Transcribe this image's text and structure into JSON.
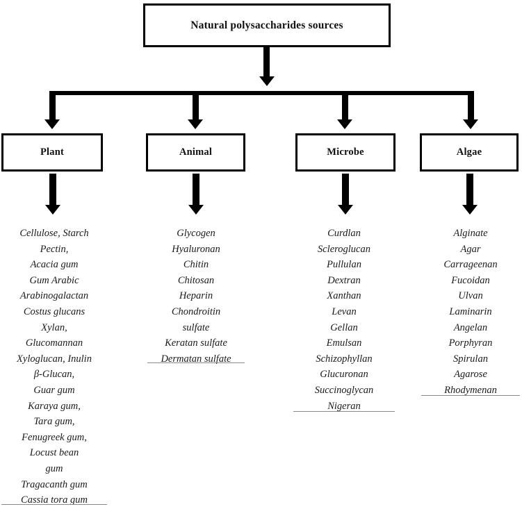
{
  "diagram": {
    "root": {
      "label": "Natural polysaccharides sources"
    },
    "categories": [
      {
        "key": "plant",
        "label": "Plant",
        "items": [
          "Cellulose, Starch",
          "Pectin,",
          "Acacia gum",
          "Gum Arabic",
          "Arabinogalactan",
          "Costus glucans",
          "Xylan,",
          "Glucomannan",
          "Xyloglucan, Inulin",
          "β-Glucan,",
          "Guar gum",
          "Karaya gum,",
          "Tara gum,",
          "Fenugreek gum,",
          "Locust bean",
          "gum",
          "Tragacanth gum",
          "Cassia tora gum"
        ]
      },
      {
        "key": "animal",
        "label": "Animal",
        "items": [
          "Glycogen",
          "Hyaluronan",
          "Chitin",
          "Chitosan",
          "Heparin",
          "Chondroitin",
          "sulfate",
          "Keratan sulfate",
          "Dermatan sulfate"
        ]
      },
      {
        "key": "microbe",
        "label": "Microbe",
        "items": [
          "Curdlan",
          "Scleroglucan",
          "Pullulan",
          "Dextran",
          "Xanthan",
          "Levan",
          "Gellan",
          "Emulsan",
          "Schizophyllan",
          "Glucuronan",
          "Succinoglycan",
          "Nigeran"
        ]
      },
      {
        "key": "algae",
        "label": "Algae",
        "items": [
          "Alginate",
          "Agar",
          "Carrageenan",
          "Fucoidan",
          "Ulvan",
          "Laminarin",
          "Angelan",
          "Porphyran",
          "Spirulan",
          "Agarose",
          "Rhodymenan"
        ]
      }
    ],
    "colors": {
      "line": "#000000",
      "text": "#1a1a1a",
      "rule": "#8a8a8a",
      "background": "#ffffff"
    }
  }
}
